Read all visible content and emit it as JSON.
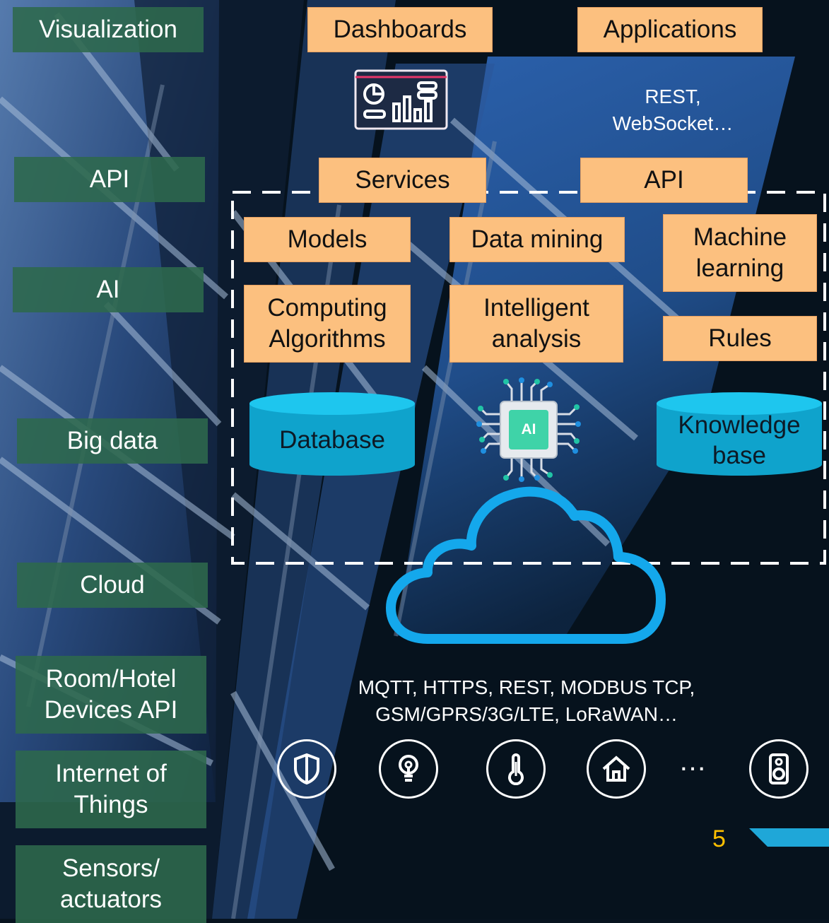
{
  "layers": [
    {
      "id": "visualization",
      "label": "Visualization"
    },
    {
      "id": "api",
      "label": "API"
    },
    {
      "id": "ai",
      "label": "AI"
    },
    {
      "id": "big-data",
      "label": "Big data"
    },
    {
      "id": "cloud",
      "label": "Cloud"
    },
    {
      "id": "room-hotel",
      "label": "Room/Hotel\nDevices API"
    },
    {
      "id": "iot",
      "label": "Internet of\nThings"
    },
    {
      "id": "sensors",
      "label": "Sensors/\nactuators"
    }
  ],
  "boxes": {
    "dashboards": "Dashboards",
    "applications": "Applications",
    "services": "Services",
    "api": "API",
    "models": "Models",
    "data_mining": "Data mining",
    "machine_learning": "Machine\nlearning",
    "computing_algorithms": "Computing\nAlgorithms",
    "intelligent_analysis": "Intelligent\nanalysis",
    "rules": "Rules"
  },
  "storage": {
    "database": "Database",
    "knowledge_base": "Knowledge\nbase"
  },
  "chip_label": "AI",
  "protocols": {
    "web": "REST,\nWebSocket…",
    "device": "MQTT, HTTPS, REST, MODBUS TCP,\nGSM/GPRS/3G/LTE, LoRaWAN…"
  },
  "devices": [
    {
      "icon": "shield-icon"
    },
    {
      "icon": "lightbulb-icon"
    },
    {
      "icon": "thermometer-icon"
    },
    {
      "icon": "home-icon"
    },
    {
      "icon": "speaker-icon"
    }
  ],
  "more_devices": "…",
  "page_number": "5",
  "colors": {
    "layer_green": "#2e694c",
    "box_orange": "#fcc07f",
    "cylinder_cyan": "#11b4e0",
    "cloud_blue": "#12a9ea",
    "page_number": "#ffc000"
  }
}
